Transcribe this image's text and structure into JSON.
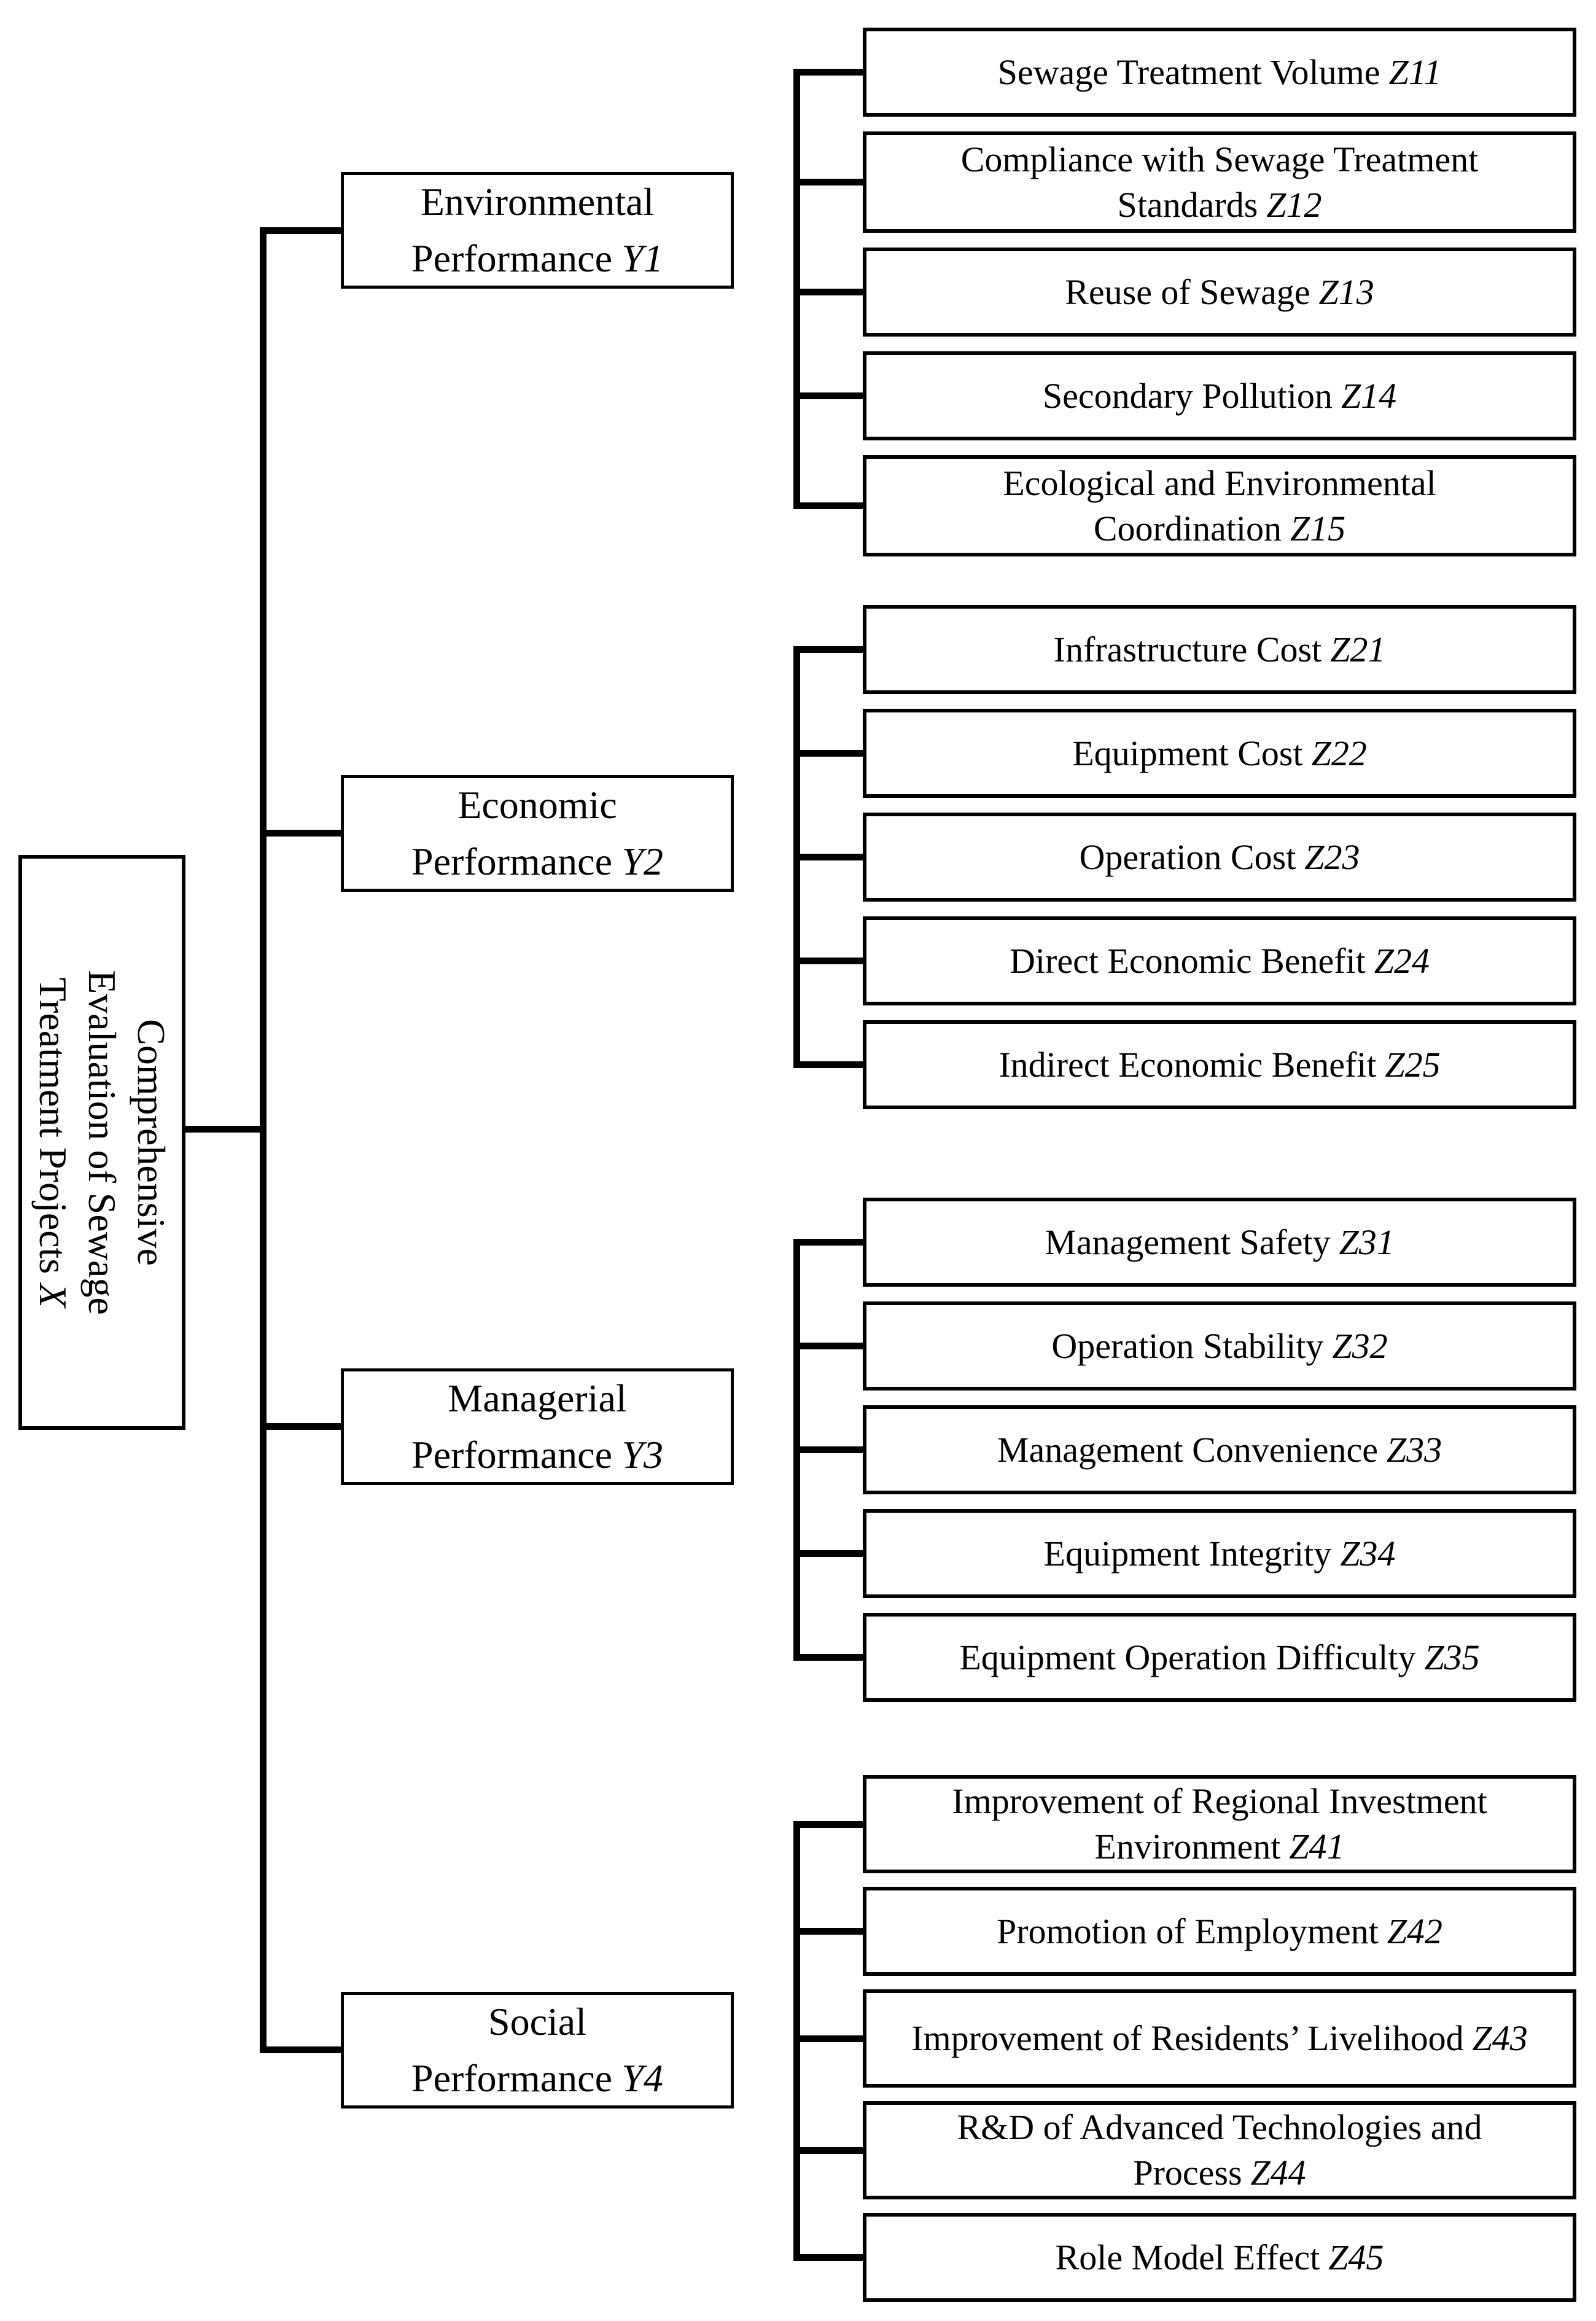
{
  "page": {
    "background": "#ffffff",
    "ink": "#000000"
  },
  "diagram": {
    "root": {
      "lines": [
        "Comprehensive",
        "Evaluation of Sewage",
        "Treatment Projects"
      ],
      "code": "X"
    },
    "groups": [
      {
        "category": {
          "line1": "Environmental",
          "line2": "Performance",
          "code": "Y1"
        },
        "children": [
          {
            "text": "Sewage Treatment Volume",
            "code": "Z11"
          },
          {
            "text": "Compliance with Sewage Treatment Standards",
            "code": "Z12"
          },
          {
            "text": "Reuse of Sewage",
            "code": "Z13"
          },
          {
            "text": "Secondary Pollution",
            "code": "Z14"
          },
          {
            "text": "Ecological and Environmental Coordination",
            "code": "Z15"
          }
        ]
      },
      {
        "category": {
          "line1": "Economic",
          "line2": "Performance",
          "code": "Y2"
        },
        "children": [
          {
            "text": "Infrastructure Cost",
            "code": "Z21"
          },
          {
            "text": "Equipment Cost",
            "code": "Z22"
          },
          {
            "text": "Operation Cost",
            "code": "Z23"
          },
          {
            "text": "Direct Economic Benefit",
            "code": "Z24"
          },
          {
            "text": "Indirect Economic Benefit",
            "code": "Z25"
          }
        ]
      },
      {
        "category": {
          "line1": "Managerial",
          "line2": "Performance",
          "code": "Y3"
        },
        "children": [
          {
            "text": "Management Safety",
            "code": "Z31"
          },
          {
            "text": "Operation Stability",
            "code": "Z32"
          },
          {
            "text": "Management Convenience",
            "code": "Z33"
          },
          {
            "text": "Equipment Integrity",
            "code": "Z34"
          },
          {
            "text": "Equipment Operation Difficulty",
            "code": "Z35"
          }
        ]
      },
      {
        "category": {
          "line1": "Social",
          "line2": "Performance",
          "code": "Y4"
        },
        "children": [
          {
            "text": "Improvement of Regional Investment Environment",
            "code": "Z41"
          },
          {
            "text": "Promotion of Employment",
            "code": "Z42"
          },
          {
            "text": "Improvement of Residents’ Livelihood",
            "code": "Z43"
          },
          {
            "text": "R&D of Advanced Technologies and Process",
            "code": "Z44"
          },
          {
            "text": "Role Model Effect",
            "code": "Z45"
          }
        ]
      }
    ]
  }
}
